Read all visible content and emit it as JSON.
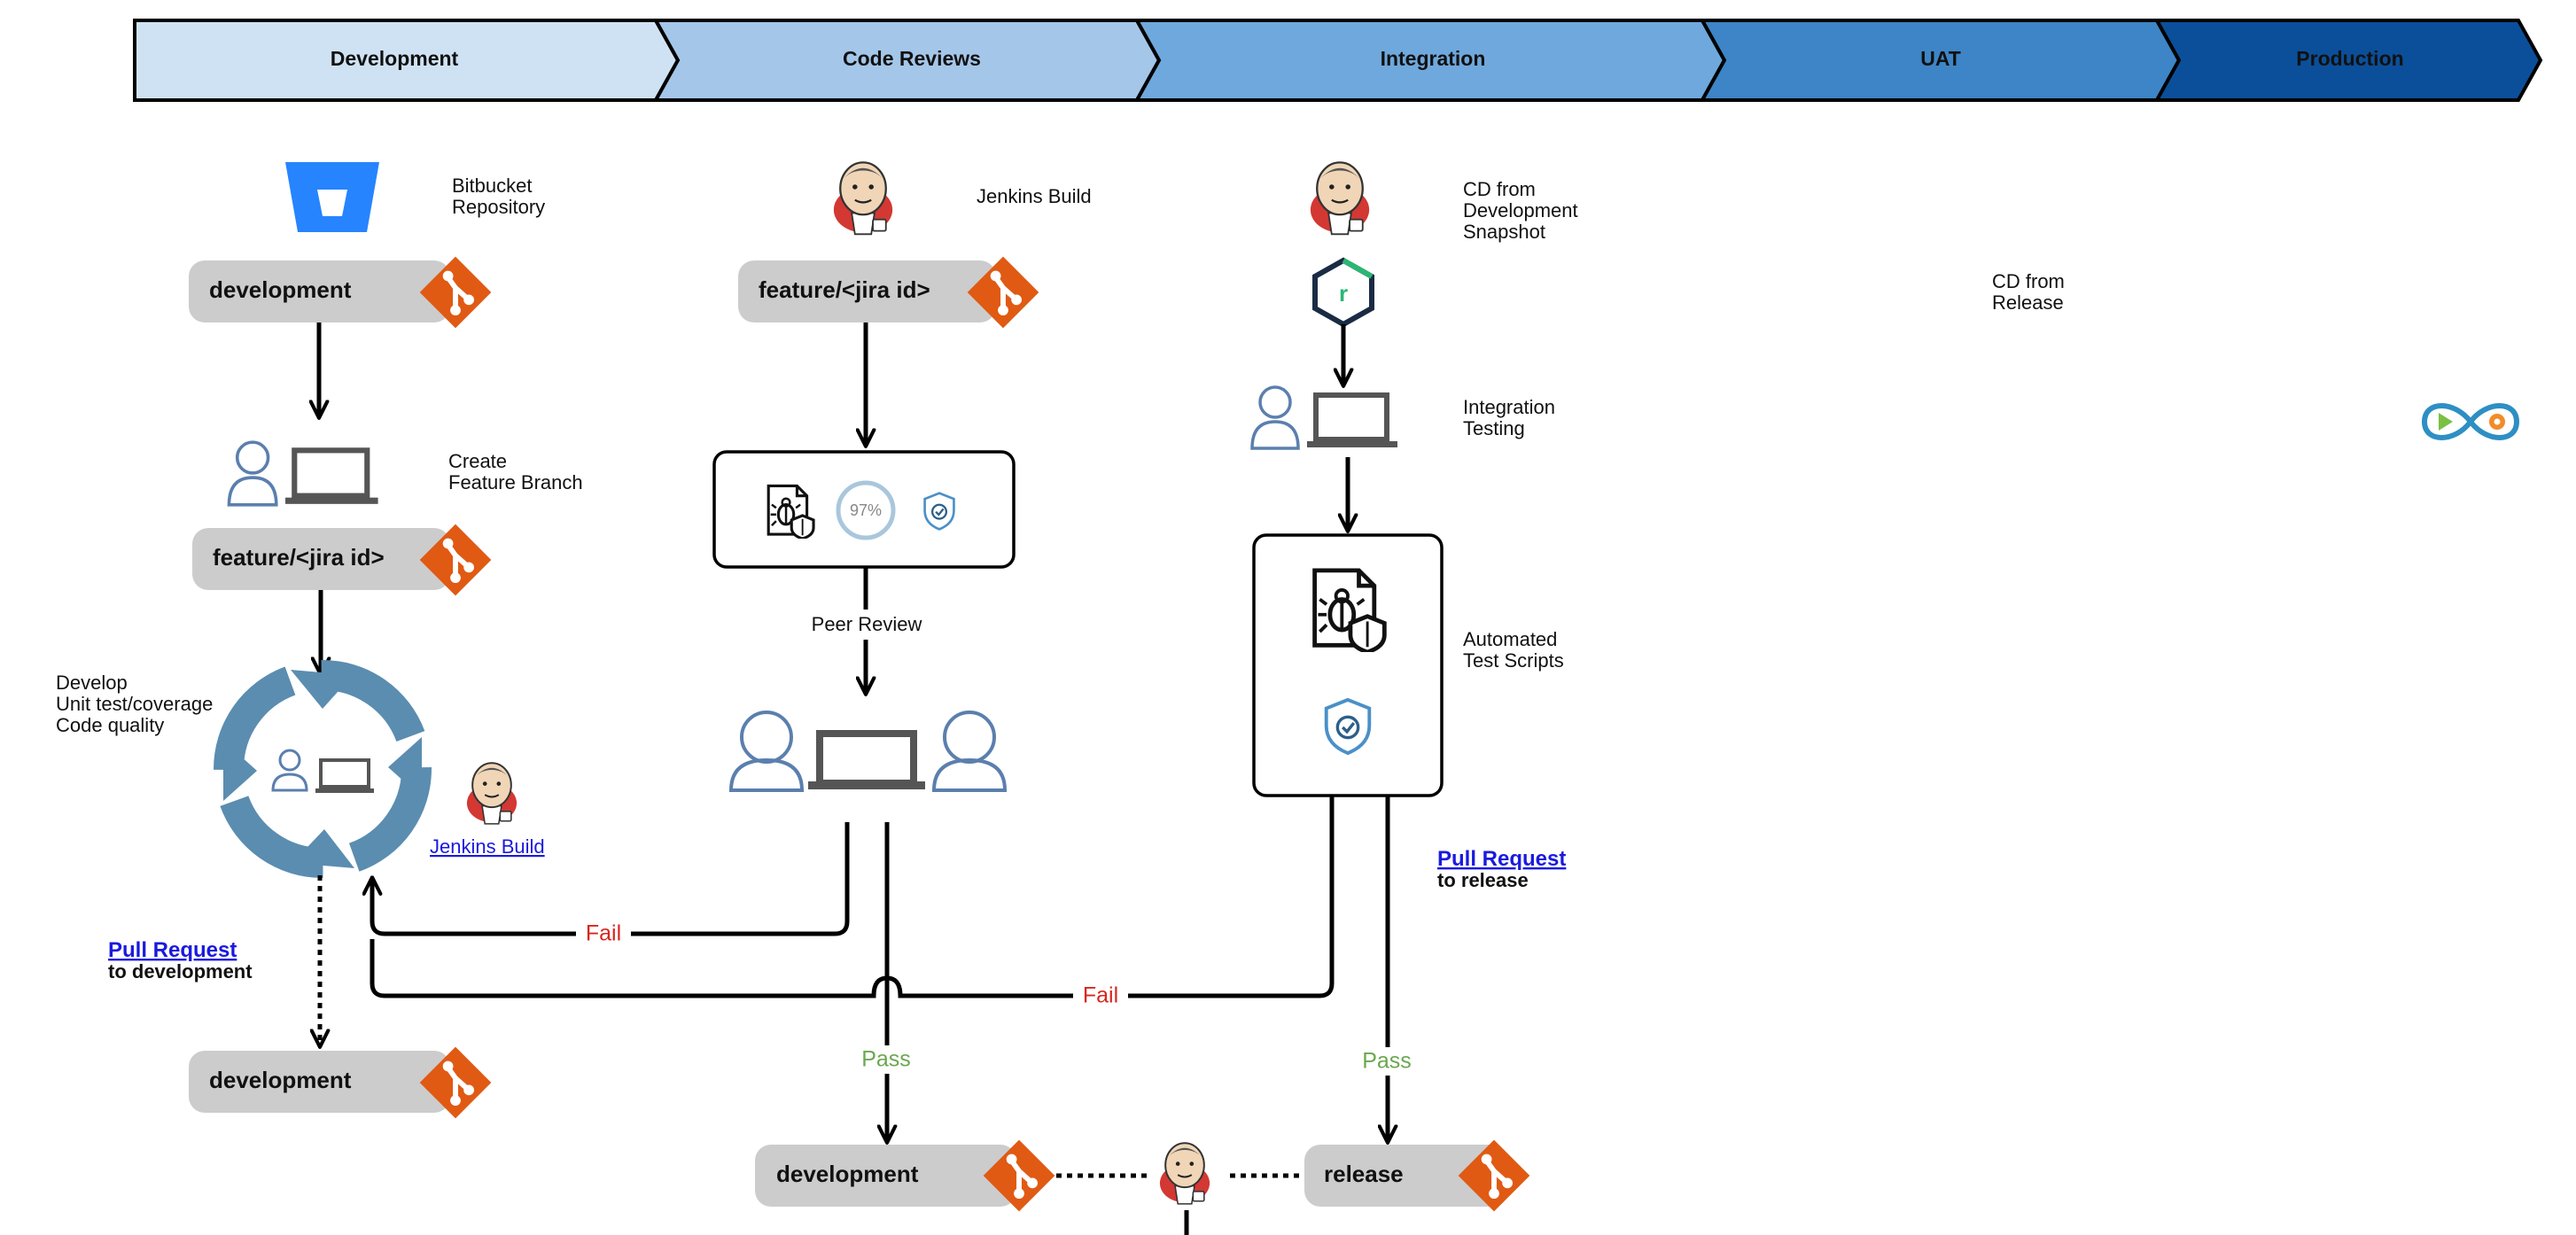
{
  "stages": [
    {
      "label": "Development",
      "fill": "#cfe2f3"
    },
    {
      "label": "Code Reviews",
      "fill": "#a4c6e9"
    },
    {
      "label": "Integration",
      "fill": "#6fa8dc"
    },
    {
      "label": "UAT",
      "fill": "#3d85c6"
    },
    {
      "label": "Production",
      "fill": "#0b4f9a"
    }
  ],
  "branches": {
    "dev_top": "development",
    "feature_dev": "feature/<jira id>",
    "feature_review": "feature/<jira id>",
    "dev_bottom": "development",
    "dev_merge": "development",
    "release": "release"
  },
  "labels": {
    "bitbucket_line1": "Bitbucket",
    "bitbucket_line2": "Repository",
    "jenkins_build": "Jenkins Build",
    "create_line1": "Create",
    "create_line2": "Feature Branch",
    "develop_line1": "Develop",
    "develop_line2": "Unit test/coverage",
    "develop_line3": "Code quality",
    "jenkins_build_link": " Jenkins Build",
    "peer_review": "Peer Review",
    "coverage_badge": "97%",
    "cd_dev_line1": "CD from",
    "cd_dev_line2": "Development",
    "cd_dev_line3": "Snapshot",
    "integration_line1": "Integration",
    "integration_line2": "Testing",
    "automated_line1": "Automated",
    "automated_line2": "Test Scripts",
    "cd_release_line1": "CD from",
    "cd_release_line2": "Release",
    "rancher_letter": "r",
    "pr_dev_link": "Pull Request",
    "pr_dev_sub": "to development",
    "pr_release_link": "Pull Request",
    "pr_release_sub": "to release",
    "fail_1": "Fail",
    "fail_2": "Fail",
    "pass_1": "Pass",
    "pass_2": "Pass"
  },
  "colors": {
    "git_icon": "#e05a13",
    "branch_pill": "#cccccc",
    "bitbucket": "#2684ff",
    "cycle": "#5b8db0",
    "person": "#5b7fae",
    "fail_text": "#d7261e",
    "pass_text": "#6aa84f",
    "link_text": "#1a1adf"
  },
  "icons": [
    "bitbucket-icon",
    "jenkins-icon",
    "git-icon",
    "developer-laptop-icon",
    "refresh-cycle-icon",
    "bug-report-icon",
    "shield-check-icon",
    "rancher-icon",
    "infinity-icon"
  ]
}
